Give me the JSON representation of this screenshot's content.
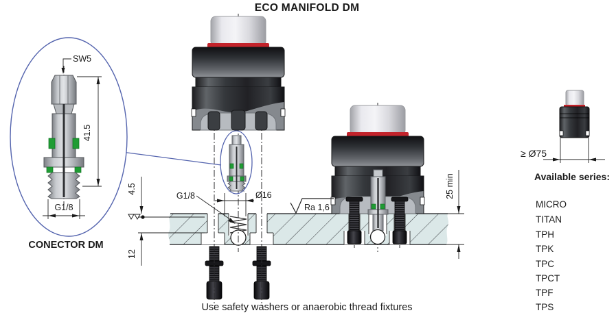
{
  "title": "ECO MANIFOLD DM",
  "connector_detail": {
    "label": "CONECTOR DM",
    "wrench_size": "SW5",
    "length": "41.5",
    "thread": "G1/8"
  },
  "manifold": {
    "thread_label": "G1/8",
    "bore_diameter": "Ø16",
    "surface_finish": "Ra 1,6",
    "seat_depth": "4.5",
    "under_depth": "12",
    "plate_thickness": "25 min"
  },
  "series_panel": {
    "min_diameter": "≥ Ø75",
    "heading": "Available series:",
    "items": [
      "MICRO",
      "TITAN",
      "TPH",
      "TPK",
      "TPC",
      "TPCT",
      "TPF",
      "TPS"
    ]
  },
  "footer_note": "Use safety washers or anaerobic thread fixtures",
  "colors": {
    "plate": "#dbe8e8",
    "accent_red": "#c3232b",
    "detail_ellipse_blue": "#5464ae",
    "oring_green": "#1f9c33",
    "body_dark": "#2c2c30",
    "cap_light": "#ededf1"
  }
}
